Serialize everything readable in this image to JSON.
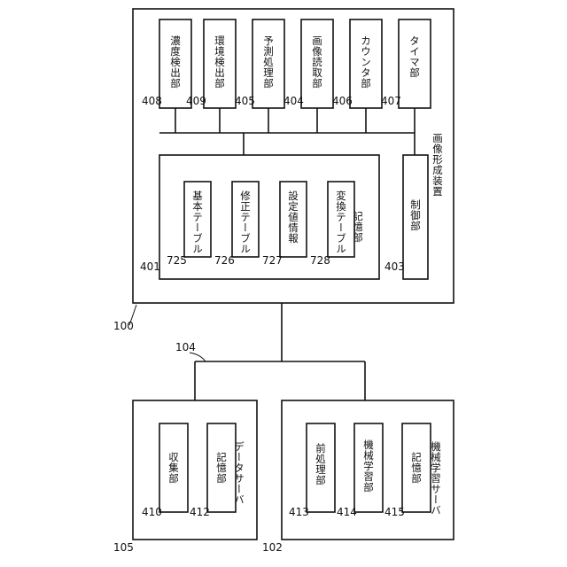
{
  "apparatus": {
    "ref": "100",
    "title": "画像形成装置",
    "storage": {
      "ref": "401",
      "title": "記憶部",
      "tables": [
        {
          "ref": "725",
          "label": "基本テーブル"
        },
        {
          "ref": "726",
          "label": "修正テーブル"
        },
        {
          "ref": "727",
          "label": "設定値情報"
        },
        {
          "ref": "728",
          "label": "変換テーブル"
        }
      ]
    },
    "control": {
      "ref": "403",
      "label": "制御部"
    },
    "units": [
      {
        "ref": "408",
        "label": "濃度検出部"
      },
      {
        "ref": "409",
        "label": "環境検出部"
      },
      {
        "ref": "405",
        "label": "予測処理部"
      },
      {
        "ref": "404",
        "label": "画像読取部"
      },
      {
        "ref": "406",
        "label": "カウンタ部"
      },
      {
        "ref": "407",
        "label": "タイマ部"
      }
    ]
  },
  "network": {
    "ref": "104"
  },
  "data_server": {
    "ref": "105",
    "title": "データサーバ",
    "units": [
      {
        "ref": "410",
        "label": "収集部"
      },
      {
        "ref": "412",
        "label": "記憶部"
      }
    ]
  },
  "ml_server": {
    "ref": "102",
    "title": "機械学習サーバ",
    "units": [
      {
        "ref": "413",
        "label": "前処理部"
      },
      {
        "ref": "414",
        "label": "機械学習部"
      },
      {
        "ref": "415",
        "label": "記憶部"
      }
    ]
  }
}
